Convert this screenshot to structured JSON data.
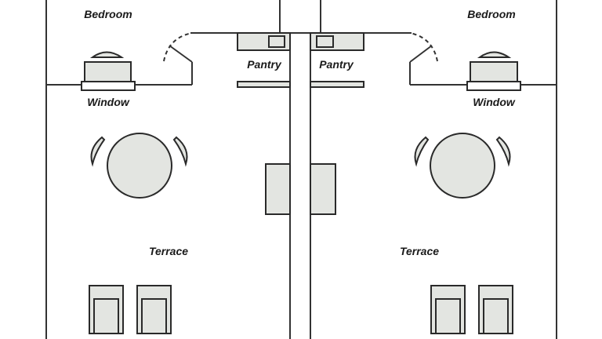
{
  "labels": {
    "left": {
      "bedroom": "Bedroom",
      "window": "Window",
      "pantry": "Pantry",
      "terrace": "Terrace"
    },
    "right": {
      "bedroom": "Bedroom",
      "window": "Window",
      "pantry": "Pantry",
      "terrace": "Terrace"
    }
  },
  "colors": {
    "wall": "#333333",
    "furniture_fill": "#e3e5e1"
  }
}
